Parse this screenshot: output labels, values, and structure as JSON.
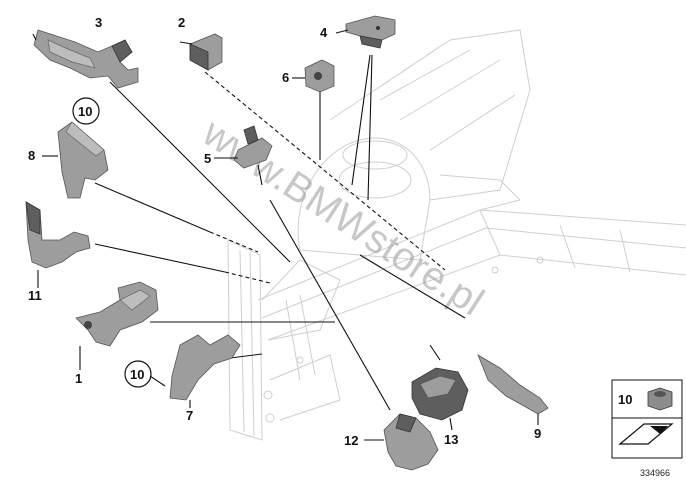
{
  "diagram": {
    "callouts": [
      {
        "id": "c1",
        "label": "1"
      },
      {
        "id": "c2",
        "label": "2"
      },
      {
        "id": "c3",
        "label": "3"
      },
      {
        "id": "c4",
        "label": "4"
      },
      {
        "id": "c5",
        "label": "5"
      },
      {
        "id": "c6",
        "label": "6"
      },
      {
        "id": "c7",
        "label": "7"
      },
      {
        "id": "c8",
        "label": "8"
      },
      {
        "id": "c9",
        "label": "9"
      },
      {
        "id": "c10a",
        "label": "10"
      },
      {
        "id": "c10b",
        "label": "10"
      },
      {
        "id": "c11",
        "label": "11"
      },
      {
        "id": "c12",
        "label": "12"
      },
      {
        "id": "c13",
        "label": "13"
      }
    ],
    "legend": {
      "nut_label": "10"
    },
    "watermark": "www.BMWstore.pl",
    "part_number": "334966",
    "colors": {
      "part": "#9d9d9d",
      "part_dark": "#5e5e5e",
      "body_outline": "#cfcfcf",
      "text": "#111111"
    }
  }
}
